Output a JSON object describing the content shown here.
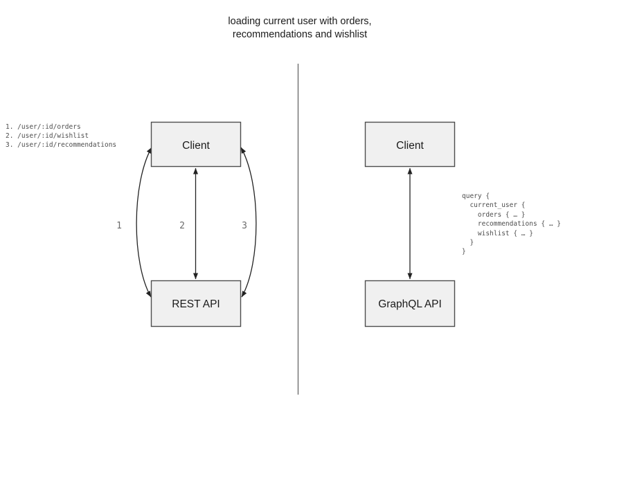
{
  "title": {
    "line1": "loading current user with orders,",
    "line2": "recommendations and wishlist"
  },
  "left_panel": {
    "endpoints": "1. /user/:id/orders\n2. /user/:id/wishlist\n3. /user/:id/recommendations",
    "client_label": "Client",
    "api_label": "REST API",
    "arrow_labels": {
      "one": "1",
      "two": "2",
      "three": "3"
    }
  },
  "right_panel": {
    "client_label": "Client",
    "api_label": "GraphQL API",
    "query": "query {\n  current_user {\n    orders { … }\n    recommendations { … }\n    wishlist { … }\n  }\n}"
  },
  "colors": {
    "box_fill": "#f0f0f0",
    "box_border": "#4d4d4d",
    "arrow": "#222222",
    "divider": "#6e6e6e",
    "code_text": "#4d4d4d",
    "edge_number_text": "#6b6b6b"
  }
}
